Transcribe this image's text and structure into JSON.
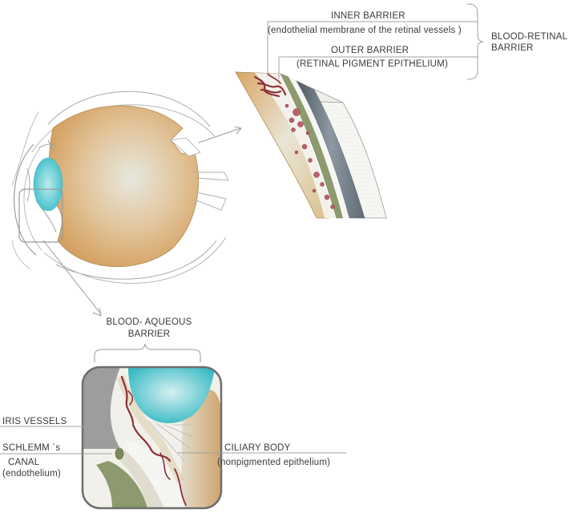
{
  "labels": {
    "inner_barrier": "INNER BARRIER",
    "inner_barrier_detail": "(endothelial membrane of the retinal vessels )",
    "outer_barrier": "OUTER BARRIER",
    "outer_barrier_detail": "(RETINAL PIGMENT EPITHELIUM)",
    "blood_retinal_line1": "BLOOD-RETINAL",
    "blood_retinal_line2": "BARRIER",
    "blood_aqueous_line1": "BLOOD- AQUEOUS",
    "blood_aqueous_line2": "BARRIER",
    "iris_vessels": "IRIS VESSELS",
    "schlemm_line1": "SCHLEMM `s",
    "schlemm_line2": "CANAL",
    "schlemm_line3": "(endothelium)",
    "ciliary_body": "CILIARY BODY",
    "ciliary_body_detail": "(nonpigmented epithelium)"
  },
  "colors": {
    "vitreous_tan": "#d8a867",
    "vitreous_center": "#e9e9dd",
    "lens_cyan": "#4cc6cf",
    "choroid_green": "#8a9a6a",
    "sclera_slate": "#6f7c86",
    "vessel_red": "#8e2f37",
    "outline": "#9a9a9a",
    "text": "#3a3a3a"
  }
}
